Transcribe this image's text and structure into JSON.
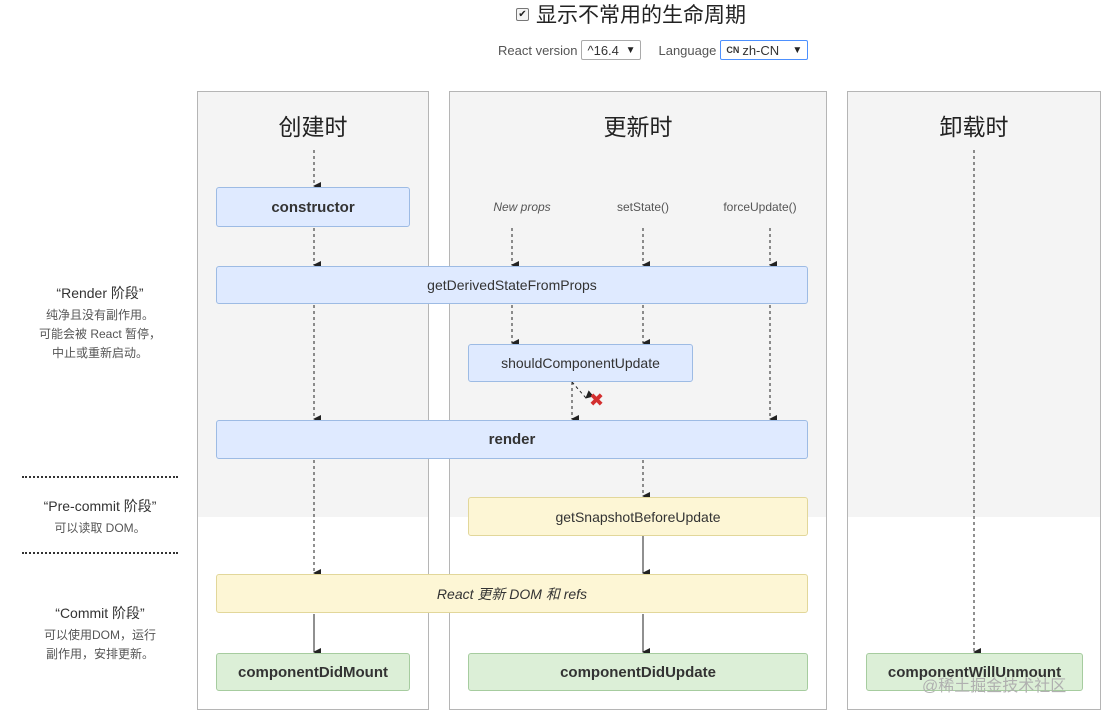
{
  "header": {
    "toggle_label": "显示不常用的生命周期",
    "toggle_checked": true,
    "version_label": "React version",
    "version_value": "^16.4",
    "language_label": "Language",
    "language_flag": "CN",
    "language_value": "zh-CN"
  },
  "columns": {
    "mount": "创建时",
    "update": "更新时",
    "unmount": "卸载时"
  },
  "triggers": {
    "new_props": "New props",
    "set_state": "setState()",
    "force_update": "forceUpdate()"
  },
  "nodes": {
    "constructor": "constructor",
    "get_derived_state": "getDerivedStateFromProps",
    "should_update": "shouldComponentUpdate",
    "render": "render",
    "snapshot": "getSnapshotBeforeUpdate",
    "react_update_dom": "React 更新 DOM 和 refs",
    "did_mount": "componentDidMount",
    "did_update": "componentDidUpdate",
    "will_unmount": "componentWillUnmount"
  },
  "phases": {
    "render_title": "“Render 阶段”",
    "render_desc": [
      "纯净且没有副作用。",
      "可能会被 React 暂停，",
      "中止或重新启动。"
    ],
    "precommit_title": "“Pre-commit 阶段”",
    "precommit_desc": [
      "可以读取 DOM。"
    ],
    "commit_title": "“Commit 阶段”",
    "commit_desc": [
      "可以使用DOM，运行",
      "副作用，安排更新。"
    ]
  },
  "cancel_mark": "✖",
  "watermark": "@稀土掘金技术社区",
  "colors": {
    "render_phase_bg": "#f4f4f4",
    "blue_node": "#dfeaff",
    "yellow_node": "#fdf6d5",
    "green_node": "#dcefd7",
    "cancel": "#d32f2f"
  }
}
